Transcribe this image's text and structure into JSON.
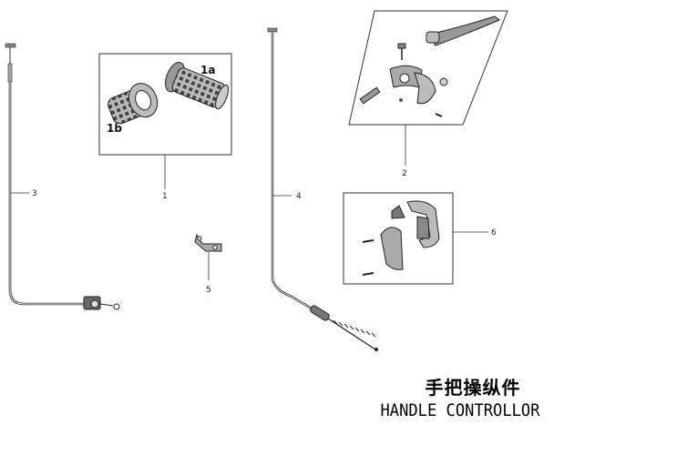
{
  "callouts": {
    "p1": "1",
    "p1a": "1a",
    "p1b": "1b",
    "p2": "2",
    "p3": "3",
    "p4": "4",
    "p5": "5",
    "p6": "6"
  },
  "title": {
    "chinese": "手把操纵件",
    "english": "HANDLE CONTROLLOR"
  }
}
